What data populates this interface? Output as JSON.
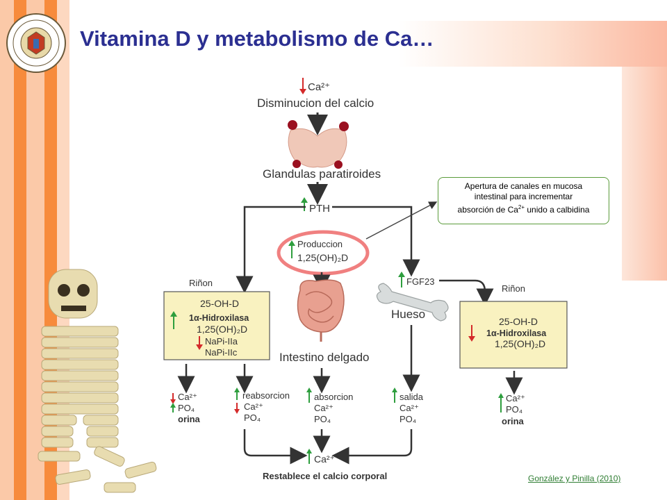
{
  "title": "Vitamina D y metabolismo de Ca…",
  "citation": "González y Pinilla (2010)",
  "callout": {
    "line1": "Apertura de canales en mucosa",
    "line2": "intestinal para incrementar",
    "line3_a": "absorción de Ca",
    "line3_sup": "2+",
    "line3_b": " unido a calbidina"
  },
  "diagram": {
    "ca_top": "Ca²⁺",
    "disminucion": "Disminucion del calcio",
    "glandulas": "Glandulas paratiroides",
    "pth": "PTH",
    "produccion_l1": "Produccion",
    "produccion_l2": "1,25(OH)₂D",
    "rinon_left_label": "Riñon",
    "rinon_right_label": "Riñon",
    "fgf23": "FGF23",
    "hueso": "Hueso",
    "intestino": "Intestino delgado",
    "left_box": [
      "25-OH-D",
      "1α-Hidroxilasa",
      "1,25(OH)₂D",
      "NaPi-IIa",
      "NaPi-IIc"
    ],
    "right_box": [
      "25-OH-D",
      "1α-Hidroxilasa",
      "1,25(OH)₂D"
    ],
    "out1": [
      "Ca²⁺",
      "PO₄",
      "orina"
    ],
    "out2": [
      "reabsorcion",
      "Ca²⁺",
      "PO₄"
    ],
    "out3": [
      "absorcion",
      "Ca²⁺",
      "PO₄"
    ],
    "out4": [
      "salida",
      "Ca²⁺",
      "PO₄"
    ],
    "out5": [
      "Ca²⁺",
      "PO₄",
      "orina"
    ],
    "ca_bottom": "Ca²⁺",
    "restablece": "Restablece el calcio corporal"
  },
  "colors": {
    "title": "#2b2f91",
    "orange_bar": "#f78b3c",
    "box_fill": "#f9f2c0",
    "arrow_up": "#2e9e3e",
    "arrow_down": "#d42a2a",
    "highlight_ring": "#f08080",
    "link": "#2e7d32"
  }
}
